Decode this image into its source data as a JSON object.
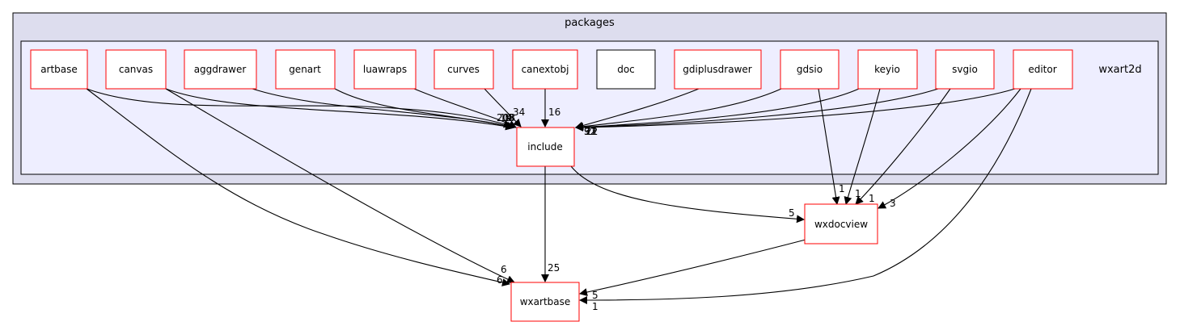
{
  "packages": "packages",
  "wxart2d": "wxart2d",
  "nodes": {
    "artbase": "artbase",
    "canvas": "canvas",
    "aggdrawer": "aggdrawer",
    "genart": "genart",
    "luawraps": "luawraps",
    "curves": "curves",
    "canextobj": "canextobj",
    "doc": "doc",
    "gdiplusdrawer": "gdiplusdrawer",
    "gdsio": "gdsio",
    "keyio": "keyio",
    "svgio": "svgio",
    "editor": "editor",
    "include": "include",
    "wxdocview": "wxdocview",
    "wxartbase": "wxartbase"
  },
  "colors": {
    "outer_cluster_fill": "#ddddee",
    "inner_cluster_fill": "#eeeeff",
    "node_border": "#ff0000",
    "node_border_plain": "#000000",
    "edge": "#000000"
  },
  "edge_labels": {
    "artbase_include": "20",
    "canvas_include": "19",
    "aggdrawer_include": "13",
    "genart_include": "4",
    "luawraps_include": "8",
    "curves_include": "34",
    "canextobj_include": "16",
    "gdiplusdrawer_include": "9",
    "gdsio_include": "31",
    "keyio_include": "32",
    "svgio_include": "12",
    "editor_include": "21",
    "include_wxartbase": "25",
    "include_wxdocview": "5",
    "artbase_wxartbase": "6",
    "canvas_wxartbase": "6",
    "gdsio_wxdocview": "1",
    "keyio_wxdocview": "1",
    "svgio_wxdocview": "1",
    "editor_wxdocview": "3",
    "wxdocview_wxartbase": "5",
    "editor_wxartbase": "1"
  }
}
